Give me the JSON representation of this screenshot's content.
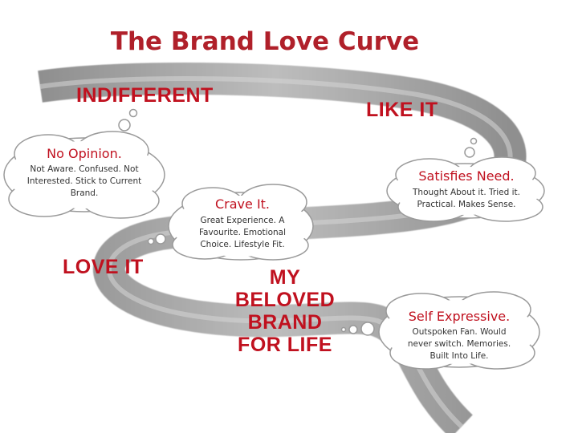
{
  "title": "The Brand Love Curve",
  "stages": {
    "indifferent": "INDIFFERENT",
    "like_it": "LIKE IT",
    "love_it": "LOVE IT",
    "beloved_line1": "MY",
    "beloved_line2": "BELOVED",
    "beloved_line3": "BRAND",
    "beloved_line4": "FOR LIFE"
  },
  "clouds": {
    "no_opinion": {
      "title": "No Opinion.",
      "line1": "Not Aware. Confused. Not",
      "line2": "Interested. Stick to Current",
      "line3": "Brand."
    },
    "satisfies_need": {
      "title": "Satisfies Need.",
      "line1": "Thought About it. Tried it.",
      "line2": "Practical. Makes Sense."
    },
    "crave_it": {
      "title": "Crave It.",
      "line1": "Great Experience.  A",
      "line2": "Favourite.  Emotional",
      "line3": "Choice.  Lifestyle Fit."
    },
    "self_expressive": {
      "title": "Self Expressive.",
      "line1": "Outspoken Fan.  Would",
      "line2": "never switch.  Memories.",
      "line3": "Built Into Life."
    }
  },
  "colors": {
    "title": "#b0202a",
    "stage_text": "#c0111f",
    "curve": "#a6a6a6",
    "cloud_fill": "#ffffff",
    "cloud_stroke": "#9a9a9a"
  }
}
